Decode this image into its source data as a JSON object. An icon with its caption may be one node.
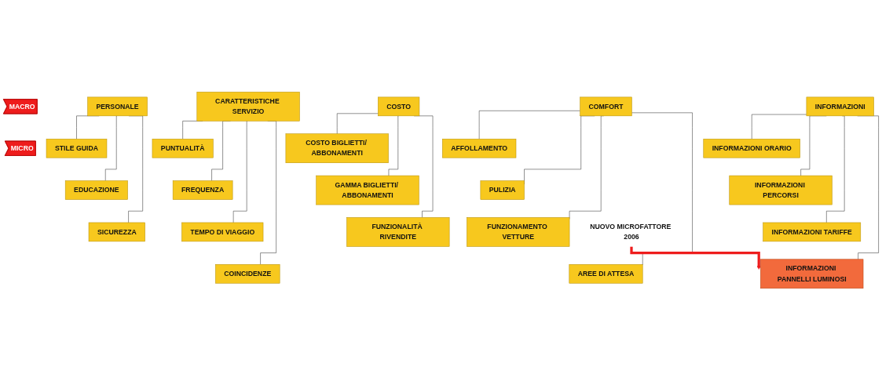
{
  "diagram": {
    "nodes": [
      {
        "text": [
          "MACRO"
        ]
      },
      {
        "text": [
          "CARATTERISTICHE SERVIZIO"
        ]
      },
      {
        "text": [
          "PERSONALE"
        ]
      },
      {
        "text": [
          "COMFORT"
        ]
      },
      {
        "text": [
          "COSTO"
        ]
      },
      {
        "text": [
          "INFORMAZIONI"
        ]
      },
      {
        "text": [
          "MICRO"
        ]
      },
      {
        "text": [
          "PUNTUALITÀ"
        ]
      },
      {
        "text": [
          "FREQUENZA"
        ]
      },
      {
        "text": [
          "TEMPO DI VIAGGIO"
        ]
      },
      {
        "text": [
          "COINCIDENZE"
        ]
      },
      {
        "text": [
          "STILE GUIDA"
        ]
      },
      {
        "text": [
          "EDUCAZIONE"
        ]
      },
      {
        "text": [
          "SICUREZZA"
        ]
      },
      {
        "text": [
          "AFFOLLAMENTO"
        ]
      },
      {
        "text": [
          "PULIZIA"
        ]
      },
      {
        "text": [
          "FUNZIONAMENTO VETTURE"
        ]
      },
      {
        "text": [
          "AREE DI ATTESA"
        ]
      },
      {
        "text": [
          "COSTO BIGLIETTI/ ABBONAMENTI"
        ]
      },
      {
        "text": [
          "GAMMA BIGLIETTI/ ABBONAMENTI"
        ]
      },
      {
        "text": [
          "FUNZIONALITÀ RIVENDITE"
        ]
      },
      {
        "text": [
          "INFORMAZIONI ORARIO"
        ]
      },
      {
        "text": [
          "INFORMAZIONI PERCORSI"
        ]
      },
      {
        "text": [
          "INFORMAZIONI TARIFFE"
        ]
      },
      {
        "text": [
          "INFORMAZIONI PANNELLI LUMINOSI"
        ]
      },
      {
        "text": [
          "NUOVO MICROFATTORE 2006"
        ]
      }
    ],
    "edges": [
      {
        "from": 1,
        "to": 7,
        "arrow": "none"
      },
      {
        "from": 1,
        "to": 8,
        "arrow": "none"
      },
      {
        "from": 1,
        "to": 9,
        "arrow": "none"
      },
      {
        "from": 1,
        "to": 10,
        "arrow": "none"
      },
      {
        "from": 2,
        "to": 11,
        "arrow": "none"
      },
      {
        "from": 2,
        "to": 12,
        "arrow": "none"
      },
      {
        "from": 2,
        "to": 13,
        "arrow": "none"
      },
      {
        "from": 3,
        "to": 14,
        "arrow": "none"
      },
      {
        "from": 3,
        "to": 15,
        "arrow": "none"
      },
      {
        "from": 3,
        "to": 16,
        "arrow": "none"
      },
      {
        "from": 3,
        "to": 17,
        "arrow": "none"
      },
      {
        "from": 4,
        "to": 18,
        "arrow": "none"
      },
      {
        "from": 4,
        "to": 19,
        "arrow": "none"
      },
      {
        "from": 4,
        "to": 20,
        "arrow": "none"
      },
      {
        "from": 5,
        "to": 21,
        "arrow": "none"
      },
      {
        "from": 5,
        "to": 22,
        "arrow": "none"
      },
      {
        "from": 5,
        "to": 23,
        "arrow": "none"
      },
      {
        "from": 5,
        "to": 24,
        "arrow": "none"
      },
      {
        "from": 25,
        "to": 24,
        "arrow": "to",
        "style": "thick",
        "color": "#ee1c1c"
      }
    ]
  }
}
